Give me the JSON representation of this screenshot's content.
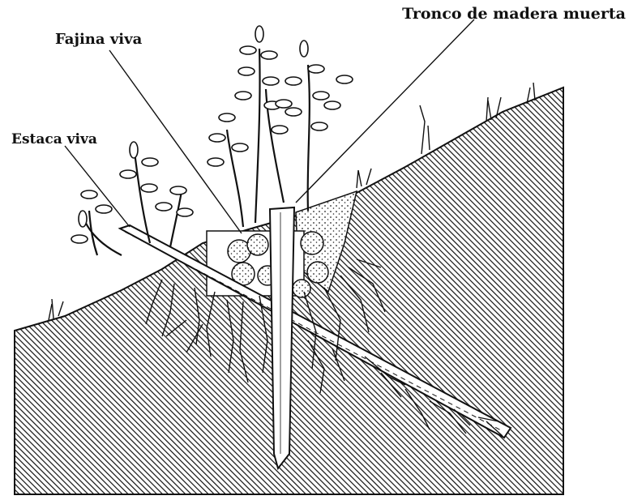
{
  "labels": {
    "tronco": "Tronco de madera muerta",
    "fajina": "Fajina viva",
    "estaca": "Estaca viva"
  },
  "colors": {
    "ink": "#111111",
    "background": "#ffffff"
  }
}
